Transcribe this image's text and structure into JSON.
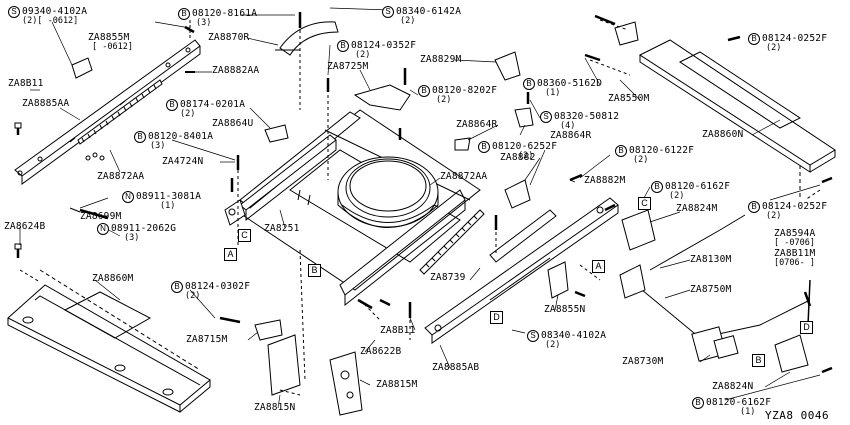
{
  "reference": "YZA8 0046",
  "labels": {
    "l1": "09340-4102A",
    "l1s": "(2)[ -0612]",
    "l2": "ZA8855M",
    "l2s": "[ -0612]",
    "l3": "08120-8161A",
    "l3s": "(3)",
    "l4": "ZA8870R",
    "l5": "08340-6142A",
    "l5s": "(2)",
    "l6": "ZA8882AA",
    "l7": "08124-0352F",
    "l7s": "(2)",
    "l8": "ZA8829M",
    "l9": "08124-0252F",
    "l9s": "(2)",
    "l10": "ZA8B11",
    "l11": "ZA8725M",
    "l12": "08360-5162D",
    "l12s": "(1)",
    "l13": "ZA8885AA",
    "l14": "08120-8202F",
    "l14s": "(2)",
    "l15": "ZA8550M",
    "l16": "08174-0201A",
    "l16s": "(2)",
    "l17": "08320-50812",
    "l17s": "(4)",
    "l18": "ZA8864U",
    "l19": "08120-8401A",
    "l19s": "(3)",
    "l20": "ZA8864R",
    "l21": "ZA8864R",
    "l22": "ZA8860N",
    "l23": "ZA4724N",
    "l24": "08120-6252F",
    "l24s": "(2)",
    "l25": "08120-6122F",
    "l25s": "(2)",
    "l26": "ZA8872AA",
    "l27": "ZA8882",
    "l28": "ZA8872AA",
    "l29": "ZA8882M",
    "l30": "08911-3081A",
    "l30s": "(1)",
    "l31": "08120-6162F",
    "l31s": "(2)",
    "l32": "ZA8699M",
    "l33": "08911-2062G",
    "l33s": "(3)",
    "l34": "ZA8251",
    "l35": "ZA8824M",
    "l36": "08124-0252F",
    "l36s": "(2)",
    "l37": "ZA8624B",
    "l38": "ZA8594A",
    "l38s": "[ -0706]",
    "l39": "ZA8B11M",
    "l39s": "[0706- ]",
    "l40": "ZA8860M",
    "l41": "ZA8130M",
    "l42": "ZA8739",
    "l43": "08124-0302F",
    "l43s": "(2)",
    "l44": "ZA8750M",
    "l45": "ZA8855N",
    "l46": "ZA8B11",
    "l47": "08340-4102A",
    "l47s": "(2)",
    "l48": "ZA8715M",
    "l49": "ZA8622B",
    "l50": "ZA8730M",
    "l51": "ZA8885AB",
    "l52": "ZA8815M",
    "l53": "ZA8824N",
    "l54": "ZA8815N",
    "l55": "08120-6162F",
    "l55s": "(1)"
  },
  "prefixes": {
    "S": "S",
    "B": "B",
    "N": "N"
  },
  "callouts": {
    "A": "A",
    "B": "B",
    "C": "C",
    "D": "D"
  }
}
